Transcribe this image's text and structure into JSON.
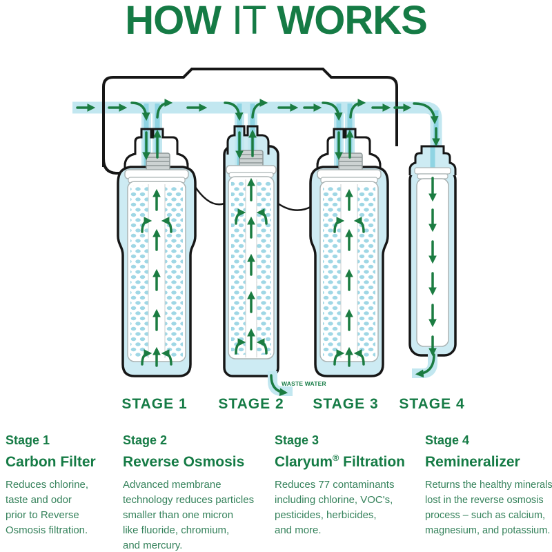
{
  "theme": {
    "green_dark": "#157B45",
    "green_body": "#35825B",
    "green_arrow": "#1B7C41",
    "pipe_blue": "#C2E7F0",
    "pipe_core": "#8FD4E3",
    "water_blue": "#CDEBF3",
    "droplet": "#9FD7E5",
    "outline": "#161616",
    "cartridge_line": "#ABB4B4",
    "cap_fill": "#CDD3D3",
    "cap_line": "#8E9898"
  },
  "title": {
    "part1": "HOW",
    "part2": "IT",
    "part3": "WORKS"
  },
  "diagram": {
    "stage_labels": [
      "STAGE 1",
      "STAGE 2",
      "STAGE 3",
      "STAGE 4"
    ],
    "waste_label": "WASTE WATER"
  },
  "stages": [
    {
      "label": "Stage 1",
      "name": "Carbon Filter",
      "name_sup": "",
      "name_rest": "",
      "desc": "Reduces chlorine,\ntaste and odor\nprior to Reverse\nOsmosis filtration."
    },
    {
      "label": "Stage 2",
      "name": "Reverse Osmosis",
      "name_sup": "",
      "name_rest": "",
      "desc": "Advanced membrane\ntechnology reduces particles\nsmaller than one micron\nlike fluoride, chromium,\nand mercury."
    },
    {
      "label": "Stage 3",
      "name": "Claryum",
      "name_sup": "®",
      "name_rest": " Filtration",
      "desc": "Reduces 77 contaminants\nincluding chlorine, VOC's,\npesticides, herbicides,\nand more."
    },
    {
      "label": "Stage 4",
      "name": "Remineralizer",
      "name_sup": "",
      "name_rest": "",
      "desc": "Returns the healthy minerals\nlost in the reverse osmosis\nprocess – such as calcium,\nmagnesium, and potassium."
    }
  ]
}
